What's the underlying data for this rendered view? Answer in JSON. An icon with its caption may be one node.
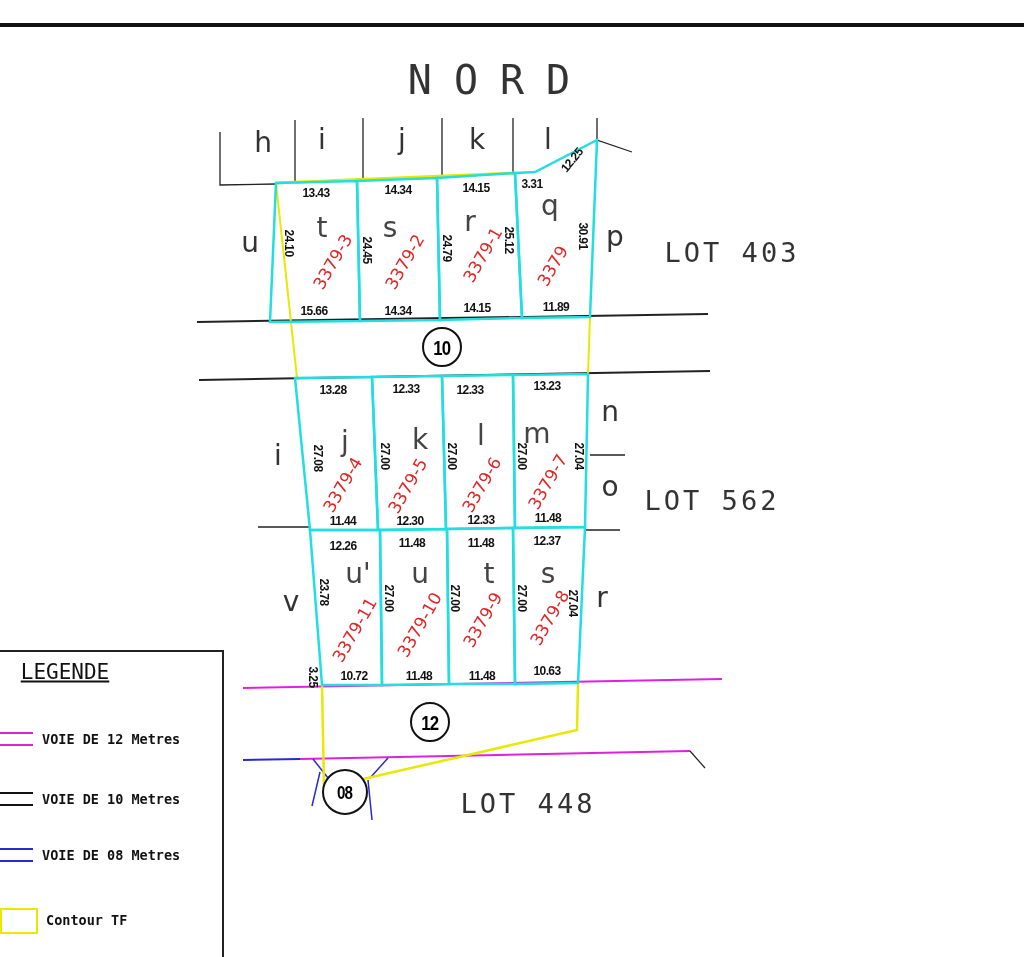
{
  "diagram": {
    "nodes": [
      {
        "text": [
          "t",
          "3379-3"
        ]
      },
      {
        "text": [
          "s",
          "3379-2"
        ]
      },
      {
        "text": [
          "r",
          "3379-1"
        ]
      },
      {
        "text": [
          "q",
          "3379"
        ]
      },
      {
        "text": [
          "j",
          "3379-4"
        ]
      },
      {
        "text": [
          "k",
          "3379-5"
        ]
      },
      {
        "text": [
          "l",
          "3379-6"
        ]
      },
      {
        "text": [
          "m",
          "3379-7"
        ]
      },
      {
        "text": [
          "u'",
          "3379-11"
        ]
      },
      {
        "text": [
          "u",
          "3379-10"
        ]
      },
      {
        "text": [
          "t",
          "3379-9"
        ]
      },
      {
        "text": [
          "s",
          "3379-8"
        ]
      },
      {
        "text": [
          "10"
        ]
      },
      {
        "text": [
          "12"
        ]
      },
      {
        "text": [
          "08"
        ]
      }
    ],
    "labels": [
      "NORD",
      "h",
      "i",
      "j",
      "k",
      "l",
      "13.43",
      "14.34",
      "14.15",
      "3.31",
      "12.25",
      "u",
      "24.10",
      "24.45",
      "24.79",
      "25.12",
      "30.91",
      "p",
      "LOT 403",
      "15.66",
      "14.34",
      "14.15",
      "11.89",
      "13.28",
      "12.33",
      "12.33",
      "13.23",
      "n",
      "i",
      "27.08",
      "27.00",
      "27.00",
      "27.00",
      "27.04",
      "o",
      "LOT 562",
      "11.44",
      "12.30",
      "12.33",
      "11.48",
      "12.26",
      "11.48",
      "11.48",
      "12.37",
      "v",
      "23.78",
      "27.00",
      "27.00",
      "27.00",
      "27.04",
      "r",
      "3.25",
      "10.72",
      "11.48",
      "11.48",
      "10.63",
      "LOT 448",
      "LEGENDE"
    ],
    "legend": [
      {
        "text": "VOIE DE 12 Metres"
      },
      {
        "text": "VOIE DE 10 Metres"
      },
      {
        "text": "VOIE DE 08 Metres"
      },
      {
        "text": "Contour TF"
      }
    ]
  }
}
